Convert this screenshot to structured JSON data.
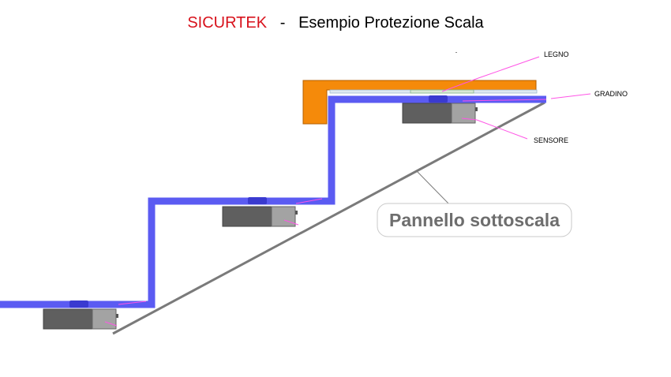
{
  "title": {
    "brand": "SICURTEK",
    "separator": "-",
    "subtitle": "Esempio Protezione Scala"
  },
  "labels": {
    "wood": "LEGNO",
    "step": "GRADINO",
    "sensor": "SENSORE",
    "panel": "Pannello sottoscala"
  },
  "colors": {
    "step": "#5b5bf2",
    "wood": "#f58a0a",
    "sensor_dark": "#5f5f5f",
    "sensor_light": "#a3a3a3",
    "leader": "#ff55e6",
    "panel_line": "#7a7a7a",
    "brand": "#d8121c"
  }
}
